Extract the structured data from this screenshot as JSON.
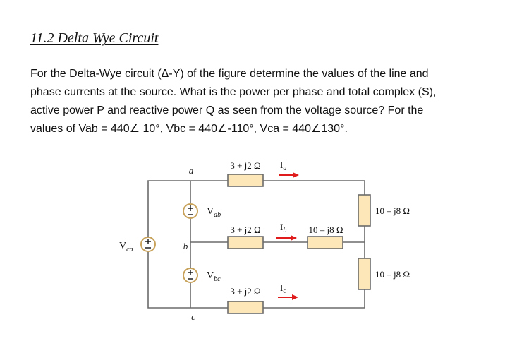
{
  "section_title": "11.2 Delta Wye Circuit",
  "problem_lines": [
    "For the Delta-Wye circuit (Δ-Y) of the figure determine the values of the line and",
    "phase currents at the source. What is the power per phase and total complex (S),",
    "active power P and reactive power Q as seen from the voltage source? For the",
    "values of Vab = 440∠ 10°, Vbc = 440∠-110°, Vca = 440∠130°."
  ],
  "circuit": {
    "nodes": {
      "a": "a",
      "b": "b",
      "c": "c"
    },
    "sources": {
      "vab": {
        "main": "V",
        "sub": "ab"
      },
      "vbc": {
        "main": "V",
        "sub": "bc"
      },
      "vca": {
        "main": "V",
        "sub": "ca"
      }
    },
    "impedances": {
      "line_a": "3 + j2 Ω",
      "line_b": "3 + j2 Ω",
      "line_c": "3 + j2 Ω",
      "load_top": "10 – j8 Ω",
      "load_middle": "10 – j8 Ω",
      "load_bottom": "10 – j8 Ω"
    },
    "currents": {
      "ia": {
        "main": "I",
        "sub": "a"
      },
      "ib": {
        "main": "I",
        "sub": "b"
      },
      "ic": {
        "main": "I",
        "sub": "c"
      }
    }
  }
}
